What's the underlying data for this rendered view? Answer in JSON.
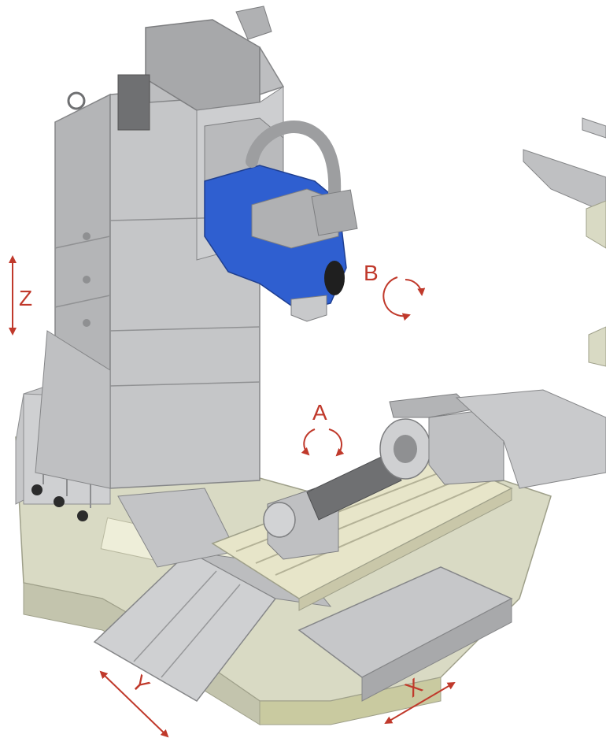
{
  "colors": {
    "annotation": "#c0392b",
    "machine_grey": "#bcbdbf",
    "machine_grey_dark": "#9a9b9d",
    "machine_grey_light": "#d7d8da",
    "base_beige": "#d9dac4",
    "table_beige": "#e7e5c9",
    "spindle_blue": "#2f5fd0",
    "background": "#ffffff"
  },
  "axes": {
    "z": {
      "label": "Z"
    },
    "b": {
      "label": "B"
    },
    "a": {
      "label": "A"
    },
    "y": {
      "label": "Y"
    },
    "x": {
      "label": "X"
    }
  }
}
